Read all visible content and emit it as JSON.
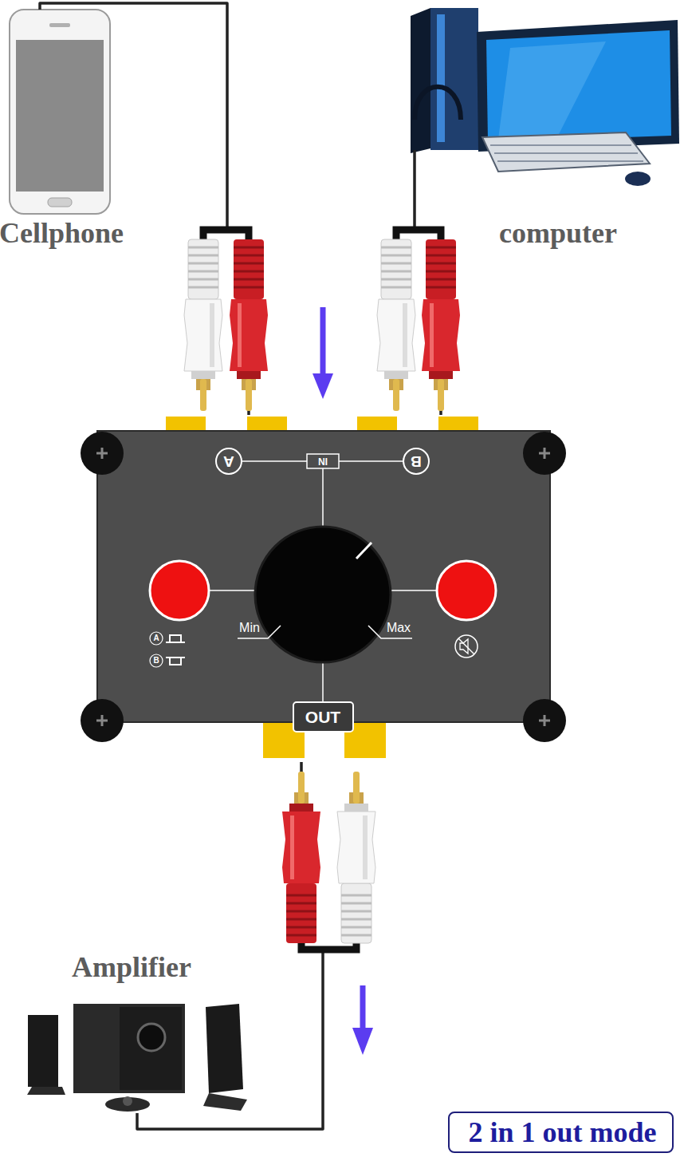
{
  "diagram": {
    "nodes": [
      {
        "text": [
          "Cellphone"
        ]
      },
      {
        "text": [
          "computer"
        ]
      },
      {
        "text": [
          "A",
          "IN",
          "B",
          "Min",
          "Max",
          "A",
          "B",
          "OUT"
        ]
      },
      {
        "text": [
          "Amplifier"
        ]
      },
      {
        "text": [
          "2 in 1 out mode"
        ]
      }
    ],
    "edges": [
      {
        "from": 0,
        "to": 2,
        "arrow": "none"
      },
      {
        "from": 1,
        "to": 2,
        "arrow": "none"
      },
      {
        "from": 2,
        "to": 3,
        "arrow": "none"
      }
    ]
  }
}
